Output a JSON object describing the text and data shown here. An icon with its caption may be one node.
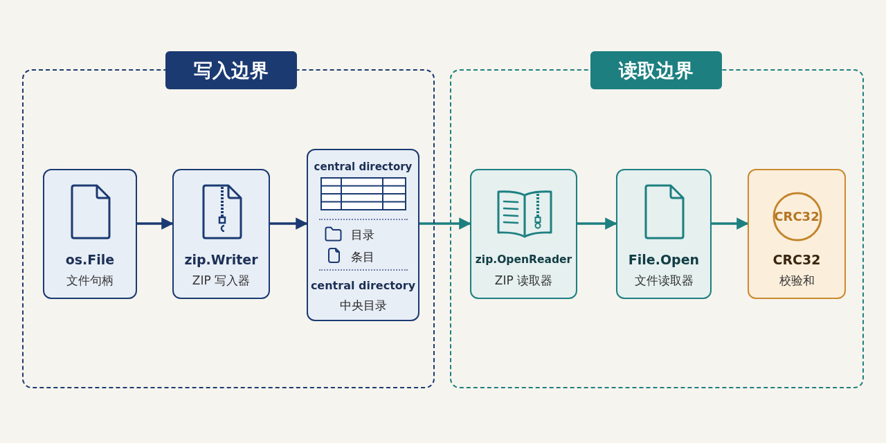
{
  "diagram": {
    "nodes": [
      {
        "text": [
          "写入边界"
        ]
      },
      {
        "text": [
          "os.File",
          "文件句柄"
        ],
        "in": 0
      },
      {
        "text": [
          "zip.Writer",
          "ZIP 写入器"
        ],
        "in": 0
      },
      {
        "text": [
          "central directory",
          "目录",
          "条目",
          "central directory",
          "中央目录"
        ],
        "in": 0
      },
      {
        "text": [
          "读取边界"
        ]
      },
      {
        "text": [
          "zip.OpenReader",
          "ZIP 读取器"
        ],
        "in": 4
      },
      {
        "text": [
          "File.Open",
          "文件读取器"
        ],
        "in": 4
      },
      {
        "text": [
          "CRC32",
          "CRC32",
          "校验和"
        ],
        "in": 4
      }
    ],
    "edges": [
      {
        "from": 1,
        "to": 2,
        "arrow": "to",
        "color": "#1b3a72"
      },
      {
        "from": 2,
        "to": 3,
        "arrow": "to",
        "color": "#1b3a72"
      },
      {
        "from": 3,
        "to": 5,
        "arrow": "to"
      },
      {
        "from": 5,
        "to": 6,
        "arrow": "to"
      },
      {
        "from": 6,
        "to": 7,
        "arrow": "to"
      }
    ]
  }
}
